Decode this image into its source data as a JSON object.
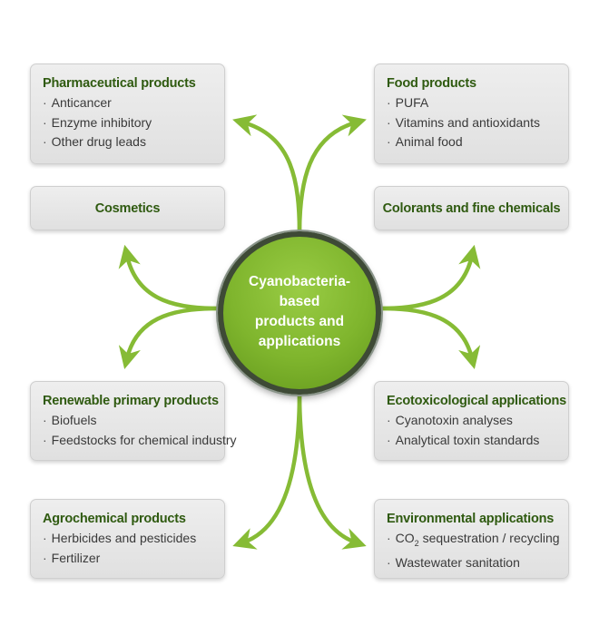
{
  "center": {
    "label": "Cyanobacteria-based\nproducts and\napplications"
  },
  "pharmaceutical": {
    "title": "Pharmaceutical products",
    "items": [
      "Anticancer",
      "Enzyme inhibitory",
      "Other drug leads"
    ]
  },
  "food": {
    "title": "Food products",
    "items": [
      "PUFA",
      "Vitamins and antioxidants",
      "Animal food"
    ]
  },
  "cosmetics": {
    "title": "Cosmetics"
  },
  "colorants": {
    "title": "Colorants and fine chemicals"
  },
  "renewable": {
    "title": "Renewable primary products",
    "items": [
      "Biofuels",
      "Feedstocks for chemical industry"
    ]
  },
  "ecotoxicological": {
    "title": "Ecotoxicological applications",
    "items": [
      "Cyanotoxin analyses",
      "Analytical toxin standards"
    ]
  },
  "agrochemical": {
    "title": "Agrochemical products",
    "items": [
      "Herbicides and pesticides",
      "Fertilizer"
    ]
  },
  "environmental": {
    "title": "Environmental applications",
    "items_co2": {
      "pre": "CO",
      "sub": "2",
      "post": " sequestration / recycling"
    },
    "items": [
      "Wastewater sanitation"
    ]
  },
  "bullet": "·",
  "colors": {
    "title_green": "#2f5a10",
    "circle_green": "#7fb52d",
    "arrow_green": "#86bb35",
    "box_gray": "#e6e6e6"
  }
}
